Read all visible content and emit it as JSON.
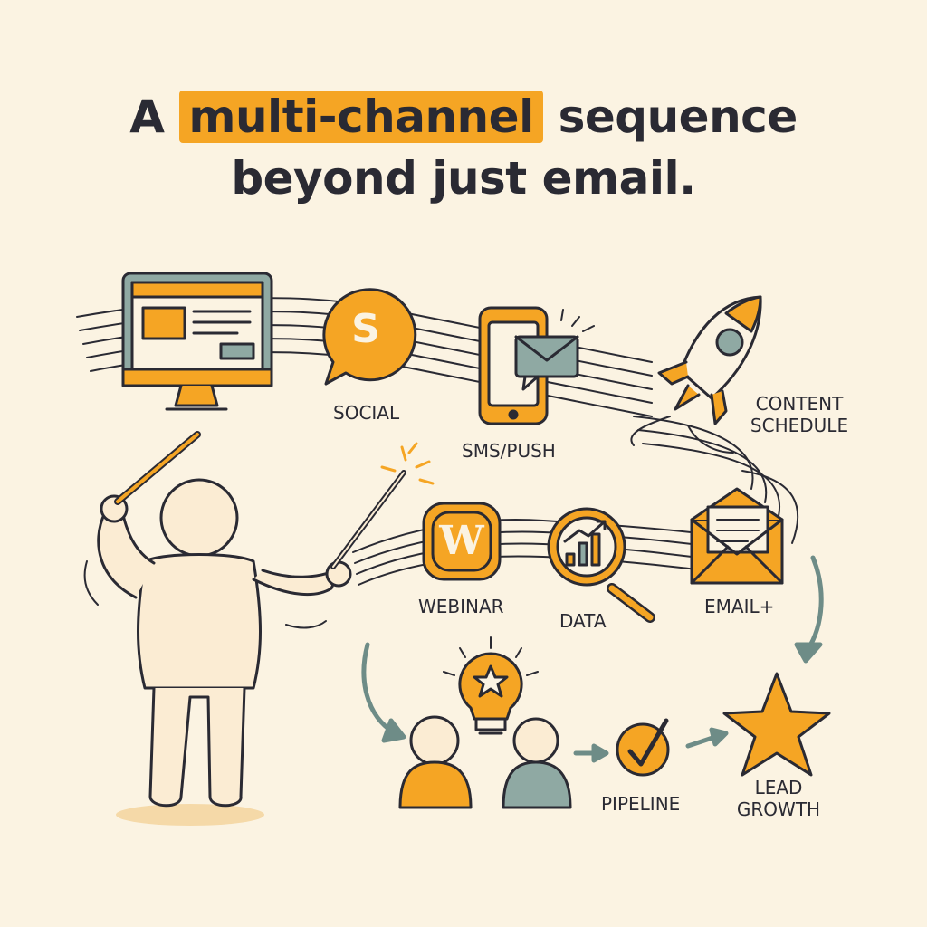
{
  "title": {
    "prefix": "A ",
    "highlight": "multi-channel",
    "suffix": " sequence",
    "line2": "beyond just email."
  },
  "labels": {
    "social": "SOCIAL",
    "sms_push": "SMS/PUSH",
    "content_line1": "CONTENT",
    "content_line2": "SCHEDULE",
    "webinar": "WEBINAR",
    "data": "DATA",
    "email": "EMAIL+",
    "pipeline": "PIPELINE",
    "lead_line1": "LEAD",
    "lead_line2": "GROWTH"
  },
  "icons": {
    "social_glyph": "S",
    "webinar_glyph": "W"
  },
  "colors": {
    "background": "#fbf3e2",
    "accent": "#f5a524",
    "secondary": "#8fa9a3",
    "ink": "#2a2a33",
    "figure": "#fbecd3"
  }
}
